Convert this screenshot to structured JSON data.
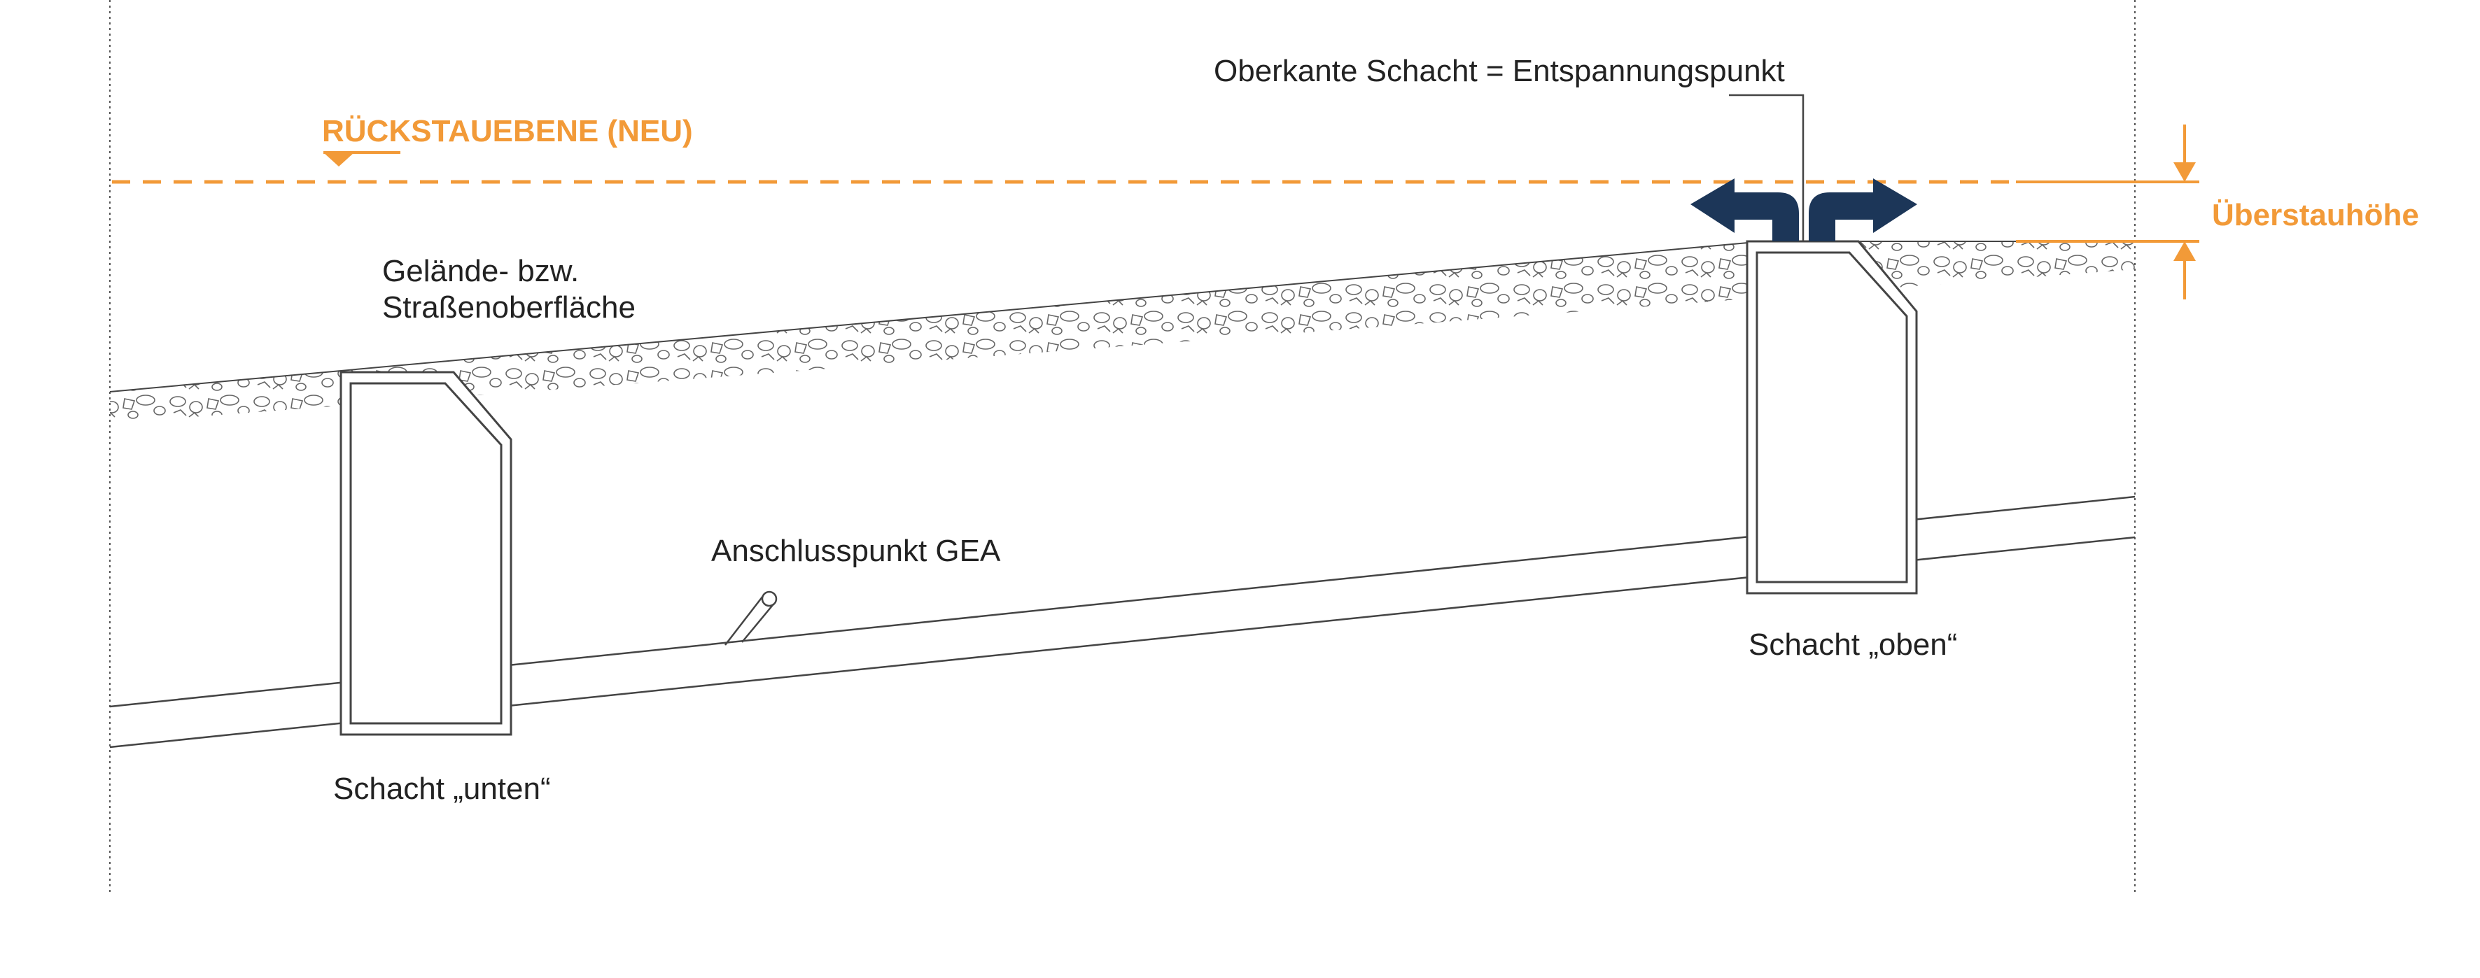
{
  "labels": {
    "backwater_level": "RÜCKSTAUEBENE (NEU)",
    "terrain_line1": "Gelände- bzw.",
    "terrain_line2": "Straßenoberfläche",
    "relief_point": "Oberkante Schacht = Entspannungspunkt",
    "overflow_height": "Überstauhöhe",
    "connection_point": "Anschlusspunkt GEA",
    "shaft_lower": "Schacht „unten“",
    "shaft_upper": "Schacht „oben“"
  },
  "colors": {
    "accent": "#f29a38",
    "arrows": "#1c3658",
    "lines": "#444444",
    "text": "#222222"
  },
  "icons": {
    "level_marker": "downward-triangle-level-symbol",
    "overflow_arrows": "curved-arrow-left-right"
  }
}
